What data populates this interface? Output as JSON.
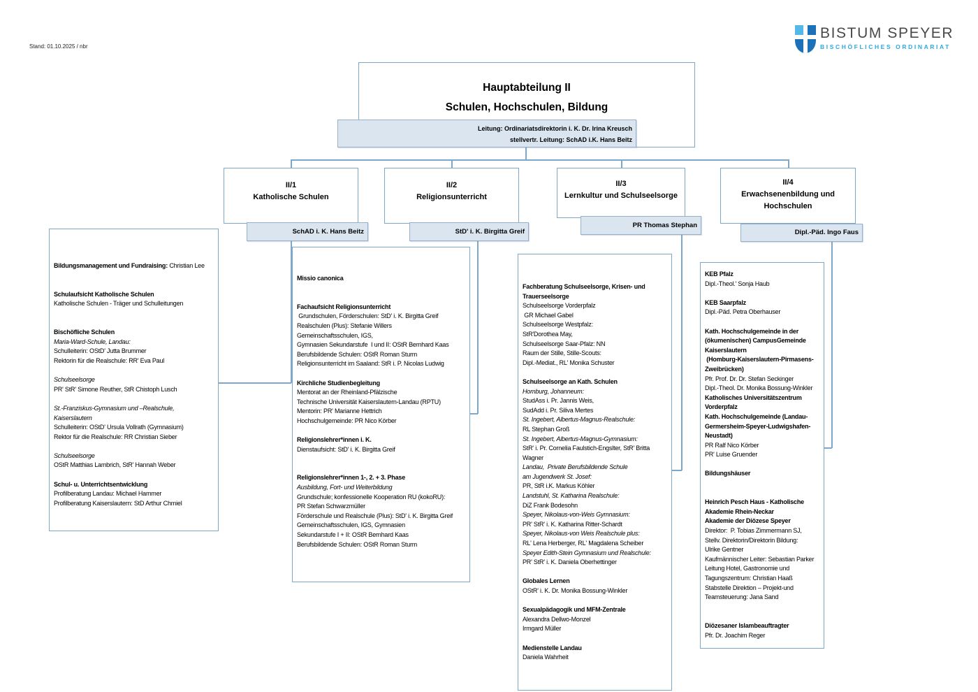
{
  "stand": "Stand: 01.10.2025 / nbr",
  "logo": {
    "title": "BISTUM SPEYER",
    "subtitle": "BISCHÖFLICHES ORDINARIAT",
    "shield_blue": "#1d71b8",
    "shield_light_blue": "#54b9e9",
    "subtitle_color": "#2fa8dd"
  },
  "colors": {
    "box_border": "#7da7cb",
    "bar_fill": "#dbe5f0",
    "bar_border": "#93b1cd",
    "connector": "#7da7cb"
  },
  "root": {
    "title_line1": "Hauptabteilung II",
    "title_line2": "Schulen, Hochschulen, Bildung",
    "leitung": "Leitung: Ordinariatsdirektorin i. K. Dr. Irina Kreusch",
    "stellvertretung": "stellvertr. Leitung: SchAD i.K. Hans Beitz"
  },
  "departments": [
    {
      "code": "II/1",
      "name": "Katholische Schulen",
      "leader": "SchAD i. K. Hans Beitz"
    },
    {
      "code": "II/2",
      "name": "Religionsunterricht",
      "leader": "StD' i. K. Birgitta Greif"
    },
    {
      "code": "II/3",
      "name": "Lernkultur und Schulseelsorge",
      "leader": "PR Thomas Stephan"
    },
    {
      "code": "II/4",
      "name": "Erwachsenenbildung und Hochschulen",
      "leader": "Dipl.-Päd. Ingo Faus"
    }
  ],
  "detail_boxes": [
    {
      "department": "II/1",
      "lines": [
        [
          [
            "b",
            "Bildungsmanagement und Fundraising:"
          ],
          [
            "n",
            " Christian Lee"
          ]
        ],
        [],
        [],
        [
          [
            "b",
            "Schulaufsicht Katholische Schulen"
          ]
        ],
        [
          [
            "n",
            "Katholische Schulen - Träger und Schulleitungen"
          ]
        ],
        [],
        [],
        [
          [
            "b",
            "Bischöfliche Schulen"
          ]
        ],
        [
          [
            "i",
            "Maria-Ward-Schule, Landau:"
          ]
        ],
        [
          [
            "n",
            "Schulleiterin: OStD' Jutta Brummer"
          ]
        ],
        [
          [
            "n",
            "Rektorin für die Realschule: RR' Eva Paul"
          ]
        ],
        [],
        [
          [
            "i",
            "Schulseelsorge"
          ]
        ],
        [
          [
            "n",
            "PR' StR' Simone Reuther, StR Chistoph Lusch"
          ]
        ],
        [],
        [
          [
            "i",
            "St.-Franziskus-Gymnasium und –Realschule,"
          ]
        ],
        [
          [
            "i",
            "Kaiserslautern"
          ]
        ],
        [
          [
            "n",
            "Schulleiterin: OStD' Ursula Vollrath (Gymnasium)"
          ]
        ],
        [
          [
            "n",
            "Rektor für die Realschule: RR Christian Sieber"
          ]
        ],
        [],
        [
          [
            "i",
            "Schulseelsorge"
          ]
        ],
        [
          [
            "n",
            "OStR Matthias Lambrich, StR' Hannah Weber"
          ]
        ],
        [],
        [
          [
            "b",
            "Schul- u. Unterrichtsentwicklung"
          ]
        ],
        [
          [
            "n",
            "Profilberatung Landau: Michael Hammer"
          ]
        ],
        [
          [
            "n",
            "Profilberatung Kaiserslautern: StD Arthur Chmiel"
          ]
        ]
      ]
    },
    {
      "department": "II/2",
      "lines": [
        [
          [
            "b",
            "Missio canonica"
          ]
        ],
        [],
        [],
        [
          [
            "b",
            "Fachaufsicht Religionsunterricht"
          ]
        ],
        [
          [
            "n",
            " Grundschulen, Förderschulen: StD' i. K. Birgitta Greif"
          ]
        ],
        [
          [
            "n",
            "Realschulen (Plus): Stefanie Willers"
          ]
        ],
        [
          [
            "n",
            "Gemeinschaftsschulen, IGS,"
          ]
        ],
        [
          [
            "n",
            "Gymnasien Sekundarstufe  I und II: OStR Bernhard Kaas"
          ]
        ],
        [
          [
            "n",
            "Berufsbildende Schulen: OStR Roman Sturm"
          ]
        ],
        [
          [
            "n",
            "Religionsunterricht im Saaland: StR i. P. Nicolas Ludwig"
          ]
        ],
        [],
        [
          [
            "b",
            "Kirchliche Studienbegleitung"
          ]
        ],
        [
          [
            "n",
            "Mentorat an der Rheinland-Pfälzische"
          ]
        ],
        [
          [
            "n",
            "Technische Universität Kaiserslautern-Landau (RPTU)"
          ]
        ],
        [
          [
            "n",
            "Mentorin: PR' Marianne Hettrich"
          ]
        ],
        [
          [
            "n",
            "Hochschulgemeinde: PR Nico Körber"
          ]
        ],
        [],
        [
          [
            "b",
            "Religionslehrer*innen i. K."
          ]
        ],
        [
          [
            "n",
            "Dienstaufsicht: StD' i. K. Birgitta Greif"
          ]
        ],
        [],
        [],
        [
          [
            "b",
            "Religionslehrer*innen 1-, 2. + 3. Phase"
          ]
        ],
        [
          [
            "i",
            "Ausbildung, Fort- und Weiterbildung"
          ]
        ],
        [
          [
            "n",
            "Grundschule; konfessionelle Kooperation RU (kokoRU):"
          ]
        ],
        [
          [
            "n",
            "PR Stefan Schwarzmüller"
          ]
        ],
        [
          [
            "n",
            "Förderschule und Realschule (Plus): StD' i. K. Birgitta Greif"
          ]
        ],
        [
          [
            "n",
            "Gemeinschaftsschulen, IGS, Gymnasien"
          ]
        ],
        [
          [
            "n",
            "Sekundarstufe I + II: OStR Bernhard Kaas"
          ]
        ],
        [
          [
            "n",
            "Berufsbildende Schulen: OStR Roman Sturm"
          ]
        ]
      ]
    },
    {
      "department": "II/3",
      "lines": [
        [
          [
            "b",
            "Fachberatung Schulseelsorge, Krisen- und"
          ]
        ],
        [
          [
            "b",
            "Trauerseelsorge"
          ]
        ],
        [
          [
            "n",
            "Schulseelsorge Vorderpfalz"
          ]
        ],
        [
          [
            "n",
            " GR Michael Gabel"
          ]
        ],
        [
          [
            "n",
            "Schulseelsorge Westpfalz:"
          ]
        ],
        [
          [
            "n",
            "StR'Dorothea May,"
          ]
        ],
        [
          [
            "n",
            "Schulseelsorge Saar-Pfalz: NN"
          ]
        ],
        [
          [
            "n",
            "Raum der Stille, Stille-Scouts:"
          ]
        ],
        [
          [
            "n",
            "Dipl.-Mediat., RL' Monika Schuster"
          ]
        ],
        [],
        [
          [
            "b",
            "Schulseelsorge an Kath. Schulen"
          ]
        ],
        [
          [
            "i",
            "Homburg, Johanneum:"
          ]
        ],
        [
          [
            "n",
            "StudAss i. Pr. Jannis Weis,"
          ]
        ],
        [
          [
            "n",
            "SudAdd i. Pr. Siliva Mertes"
          ]
        ],
        [
          [
            "i",
            "St. Ingebert, Albertus-Magnus-Realschule:"
          ]
        ],
        [
          [
            "n",
            "RL Stephan Groß"
          ]
        ],
        [
          [
            "i",
            "St. Ingebert, Albertus-Magnus-Gymnasium:"
          ]
        ],
        [
          [
            "n",
            "StR' i. Pr. Cornelia Faulstich-Engslter, StR' Britta"
          ]
        ],
        [
          [
            "n",
            "Wagner"
          ]
        ],
        [
          [
            "i",
            "Landau,  Private Berufsbildende Schule"
          ]
        ],
        [
          [
            "i",
            "am Jugendwerk St. Josef:"
          ]
        ],
        [
          [
            "n",
            "PR, StR i.K. Markus Köhler"
          ]
        ],
        [
          [
            "i",
            "Landstuhl, St. Katharina Realschule:"
          ]
        ],
        [
          [
            "n",
            "DiZ Frank Bodesohn"
          ]
        ],
        [
          [
            "i",
            "Speyer, Nikolaus-von-Weis Gymnasium:"
          ]
        ],
        [
          [
            "n",
            "PR' StR' i. K. Katharina Ritter-Schardt"
          ]
        ],
        [
          [
            "i",
            "Speyer, Nikolaus-von Weis Realschule plus:"
          ]
        ],
        [
          [
            "n",
            "RL' Lena Herberger, RL' Magdalena Scheiber"
          ]
        ],
        [
          [
            "i",
            "Speyer Edith-Stein Gymnasium und Realschule:"
          ]
        ],
        [
          [
            "n",
            "PR' StR' i. K. Daniela Oberhettinger"
          ]
        ],
        [],
        [
          [
            "b",
            "Globales Lernen"
          ]
        ],
        [
          [
            "n",
            "OStR' i. K. Dr. Monika Bossung-Winkler"
          ]
        ],
        [],
        [
          [
            "b",
            "Sexualpädagogik und MFM-Zentrale"
          ]
        ],
        [
          [
            "n",
            "Alexandra Dellwo-Monzel"
          ]
        ],
        [
          [
            "n",
            "Irmgard Müller"
          ]
        ],
        [],
        [
          [
            "b",
            "Medienstelle Landau"
          ]
        ],
        [
          [
            "n",
            "Daniela Wahrheit"
          ]
        ]
      ]
    },
    {
      "department": "II/4",
      "lines": [
        [
          [
            "b",
            "KEB Pfalz"
          ]
        ],
        [
          [
            "n",
            "Dipl.-Theol.' Sonja Haub"
          ]
        ],
        [],
        [
          [
            "b",
            "KEB Saarpfalz"
          ]
        ],
        [
          [
            "n",
            "Dipl.-Päd. Petra Oberhauser"
          ]
        ],
        [],
        [
          [
            "b",
            "Kath. Hochschulgemeinde in der"
          ]
        ],
        [
          [
            "b",
            "(ökumenischen) CampusGemeinde"
          ]
        ],
        [
          [
            "b",
            "Kaiserslautern"
          ]
        ],
        [
          [
            "b",
            " (Homburg-Kaiserslautern-Pirmasens-"
          ]
        ],
        [
          [
            "b",
            "Zweibrücken)"
          ]
        ],
        [
          [
            "n",
            "Pfr. Prof. Dr. Dr. Stefan Seckinger"
          ]
        ],
        [
          [
            "n",
            "Dipl.-Theol. Dr. Monika Bossung-Winkler"
          ]
        ],
        [
          [
            "b",
            "Katholisches Universitätszentrum"
          ]
        ],
        [
          [
            "b",
            "Vorderpfalz"
          ]
        ],
        [
          [
            "b",
            "Kath. Hochschulgemeinde (Landau-"
          ]
        ],
        [
          [
            "b",
            "Germersheim-Speyer-Ludwigshafen-"
          ]
        ],
        [
          [
            "b",
            "Neustadt)"
          ]
        ],
        [
          [
            "n",
            "PR Ralf Nico Körber"
          ]
        ],
        [
          [
            "n",
            "PR' Luise Gruender"
          ]
        ],
        [],
        [
          [
            "b",
            "Bildungshäuser"
          ]
        ],
        [],
        [],
        [
          [
            "b",
            "Heinrich Pesch Haus - Katholische"
          ]
        ],
        [
          [
            "b",
            "Akademie Rhein-Neckar"
          ]
        ],
        [
          [
            "b",
            "Akademie der Diözese Speyer"
          ]
        ],
        [
          [
            "n",
            "Direktor:  P. Tobias Zimmermann SJ,"
          ]
        ],
        [
          [
            "n",
            "Stellv. Direktorin/Direktorin Bildung:"
          ]
        ],
        [
          [
            "n",
            "Ulrike Gentner"
          ]
        ],
        [
          [
            "n",
            "Kaufmännischer Leiter: Sebastian Parker"
          ]
        ],
        [
          [
            "n",
            "Leitung Hotel, Gastronomie und"
          ]
        ],
        [
          [
            "n",
            "Tagungszentrum: Christian Haaß"
          ]
        ],
        [
          [
            "n",
            "Stabstelle Direktion – Projekt-und"
          ]
        ],
        [
          [
            "n",
            "Teamsteuerung: Jana Sand"
          ]
        ],
        [],
        [],
        [
          [
            "b",
            "Diözesaner Islambeauftragter"
          ]
        ],
        [
          [
            "n",
            "Pfr. Dr. Joachim Reger"
          ]
        ]
      ]
    }
  ]
}
